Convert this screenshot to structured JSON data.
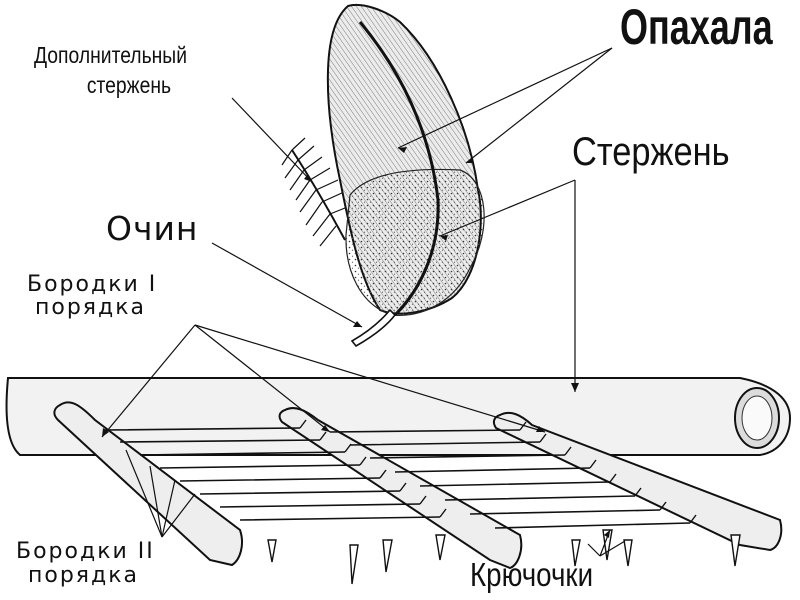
{
  "labels": {
    "extra_shaft": [
      "Дополнительный",
      "стержень"
    ],
    "vanes": "Опахала",
    "rachis": "Стержень",
    "calamus": "Очин",
    "barbs_first": [
      "Бородки I",
      "порядка"
    ],
    "barbs_second": [
      "Бородки II",
      "порядка"
    ],
    "hooks": "Крючочки"
  },
  "colors": {
    "ink": "#111111",
    "feather_fill": "#e9e9e9",
    "rachis_fill": "#f2f2f2",
    "background": "#ffffff"
  }
}
